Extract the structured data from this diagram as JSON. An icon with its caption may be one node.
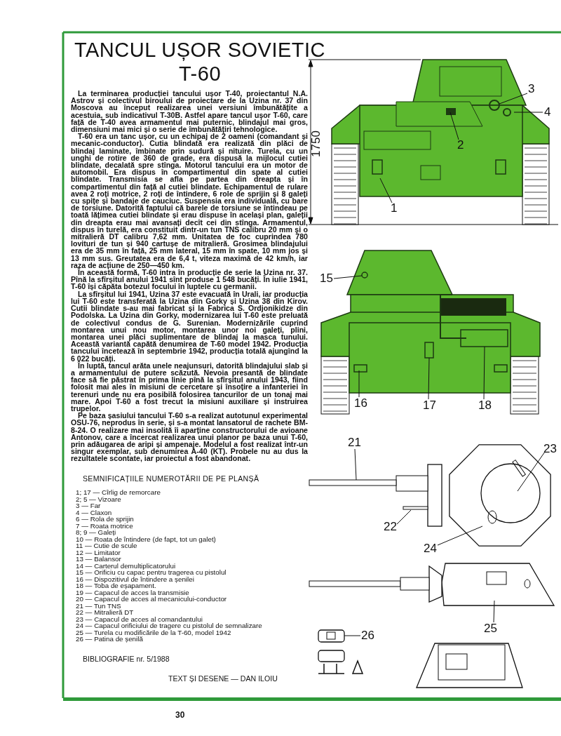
{
  "diagram": {
    "title": "TANCUL UȘOR SOVIETIC T-60",
    "nodes": [
      {
        "text": [
          "3"
        ]
      },
      {
        "text": [
          "4"
        ]
      },
      {
        "text": [
          "2"
        ]
      },
      {
        "text": [
          "1"
        ]
      },
      {
        "text": [
          "15"
        ]
      },
      {
        "text": [
          "16"
        ]
      },
      {
        "text": [
          "17"
        ]
      },
      {
        "text": [
          "18"
        ]
      },
      {
        "text": [
          "21"
        ]
      },
      {
        "text": [
          "23"
        ]
      },
      {
        "text": [
          "22"
        ]
      },
      {
        "text": [
          "24"
        ]
      },
      {
        "text": [
          "25"
        ]
      },
      {
        "text": [
          "26"
        ]
      }
    ],
    "edges": [
      {
        "from": 0,
        "to": null,
        "arrow": "none"
      },
      {
        "from": 1,
        "to": null,
        "arrow": "none"
      },
      {
        "from": 2,
        "to": null,
        "arrow": "none"
      },
      {
        "from": 3,
        "to": null,
        "arrow": "none"
      },
      {
        "from": 4,
        "to": null,
        "arrow": "none"
      },
      {
        "from": 5,
        "to": null,
        "arrow": "none"
      },
      {
        "from": 6,
        "to": null,
        "arrow": "none"
      },
      {
        "from": 7,
        "to": null,
        "arrow": "none"
      },
      {
        "from": 8,
        "to": null,
        "arrow": "none"
      },
      {
        "from": 9,
        "to": null,
        "arrow": "none"
      },
      {
        "from": 10,
        "to": null,
        "arrow": "none"
      },
      {
        "from": 11,
        "to": null,
        "arrow": "none"
      },
      {
        "from": 12,
        "to": null,
        "arrow": "none"
      },
      {
        "from": 13,
        "to": null,
        "arrow": "none"
      }
    ],
    "labels": [
      "1750",
      "La terminarea producției tancului ușor T-40, proiectantul N.A. Astrov și colectivul biroului de proiectare de la Uzina nr. 37 din Moscova au început realizarea unei versiuni îmbunătățite a acestuia, sub indicativul T-30B. Astfel apare tancul ușor T-60, care față de T-40 avea armamentul mai puternic, blindajul mai gros, dimensiuni mai mici și o serie de îmbunătățiri tehnologice.",
      "T-60 era un tanc ușor, cu un echipaj de 2 oameni (comandant și mecanic-conductor). Cutia blindată era realizată din plăci de blindaj laminate, îmbinate prin sudură și nituire. Turela, cu un unghi de rotire de 360 de grade, era dispusă la mijlocul cutiei blindate, decalată spre stînga. Motorul tancului era un motor de automobil. Era dispus în compartimentul din spate al cutiei blindate. Transmisia se afla pe partea din dreapta și în compartimentul din față al cutiei blindate. Echipamentul de rulare avea 2 roți motrice, 2 roți de întindere, 6 role de sprijin și 8 galeți cu spițe și bandaje de cauciuc. Suspensia era individuală, cu bare de torsiune. Datorită faptului că barele de torsiune se întindeau pe toată lățimea cutiei blindate și erau dispuse în același plan, galeții din dreapta erau mai avansați decît cei din stînga. Armamentul, dispus în turelă, era constituit dintr-un tun TNS calibru 20 mm și o mitralieră DT calibru 7,62 mm. Unitatea de foc cuprindea 780 lovituri de tun și 940 cartușe de mitralieră. Grosimea blindajului era de 35 mm în față, 25 mm lateral, 15 mm în spate, 10 mm jos și 13 mm sus. Greutatea era de 6,4 t, viteza maximă de 42 km/h, iar raza de acțiune de 250—450 km.",
      "În această formă, T-60 intra în producție de serie la Uzina nr. 37. Pînă la sfîrșitul anului 1941 sînt produse 1 548 bucăți. În iulie 1941, T-60 își căpăta botezul focului în luptele cu germanii.",
      "La sfîrșitul lui 1941, Uzina 37 este evacuată în Urali, iar producția lui T-60 este transferată la Uzina din Gorky și Uzina 38 din Kirov. Cutii blindate s-au mai fabricat și la Fabrica S. Ordjonikidze din Podolska. La Uzina din Gorky, modernizarea lui T-60 este preluată de colectivul condus de G. Surenian. Modernizările cuprind montarea unui nou motor, montarea unor noi galeți, plini, montarea unei plăci suplimentare de blindaj la masca tunului. Această variantă capătă denumirea de T-60 model 1942. Producția tancului încetează în septembrie 1942, producția totală ajungînd la 6 022 bucăți.",
      "În luptă, tancul arăta unele neajunsuri, datorită blindajului slab și a armamentului de putere scăzută. Nevoia presantă de blindate face să fie păstrat în prima linie pînă la sfîrșitul anului 1943, fiind folosit mai ales în misiuni de cercetare și însoțire a infanteriei în terenuri unde nu era posibilă folosirea tancurilor de un tonaj mai mare. Apoi T-60 a fost trecut la misiuni auxiliare și instruirea trupelor.",
      "Pe baza șasiului tancului T-60 s-a realizat autotunul experimental OSU-76, neprodus în serie, și s-a montat lansatorul de rachete BM-8-24. O realizare mai insolită îi aparține constructorului de avioane Antonov, care a încercat realizarea unui planor pe baza unui T-60, prin adăugarea de aripi și ampenaje. Modelul a fost realizat într-un singur exemplar, sub denumirea A-40 (KT). Probele nu au dus la rezultatele scontate, iar proiectul a fost abandonat.",
      "SEMNIFICAȚIILE NUMEROTĂRII DE PE PLANȘĂ",
      "1; 17 — Cîrlig de remorcare",
      "2; 5 — Vizoare",
      "3 — Far",
      "4 — Claxon",
      "6 — Rola de sprijin",
      "7 — Roata motrice",
      "8; 9 — Galeți",
      "10 — Roata de întindere (de fapt, tot un galet)",
      "11 — Cutie de scule",
      "12 — Limitator",
      "13 — Balansor",
      "14 — Carterul demultiplicatorului",
      "15 — Orificiu cu capac pentru tragerea cu pistolul",
      "16 — Dispozitivul de întindere a șenilei",
      "18 — Toba de eșapament.",
      "19 — Capacul de acces la transmisie",
      "20 — Capacul de acces al mecanicului-conductor",
      "21 — Tun TNS",
      "22 — Mitralieră DT",
      "23 — Capacul de acces al comandantului",
      "24 — Capacul orificiului de tragere cu pistolul de semnalizare",
      "25 — Turela cu modificările de la T-60, model 1942",
      "26 — Patina de șenilă",
      "BIBLIOGRAFIE nr. 5/1988",
      "TEXT ȘI DESENE — DAN ILOIU",
      "30"
    ]
  }
}
